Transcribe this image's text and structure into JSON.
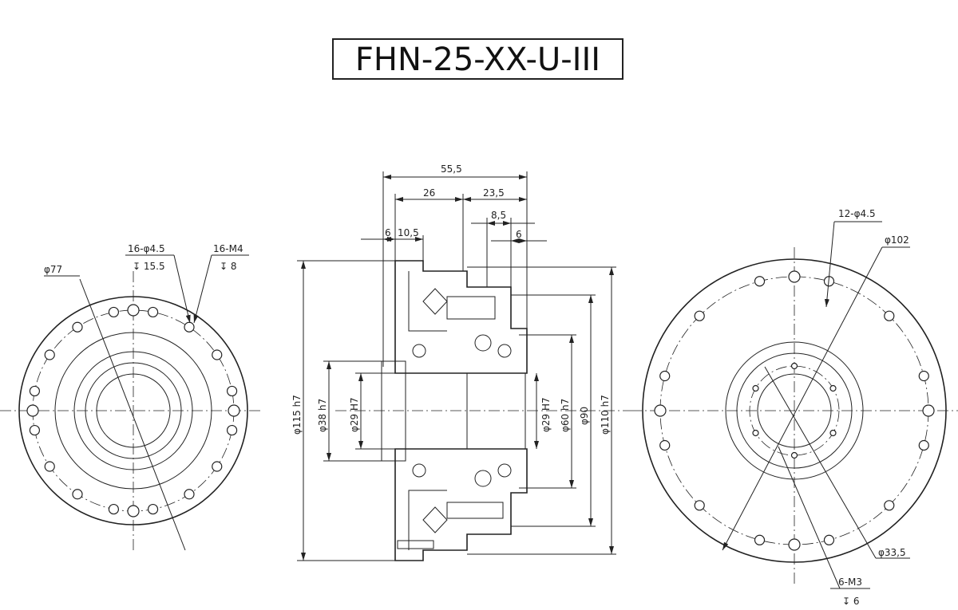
{
  "title": "FHN-25-XX-U-III",
  "left_view": {
    "d77": "φ77",
    "holes": "16-φ4.5",
    "holes_depth": "↧ 15.5",
    "threads": "16-M4",
    "threads_depth": "↧ 8"
  },
  "section": {
    "l55": "55,5",
    "l26": "26",
    "l23": "23,5",
    "l8": "8,5",
    "l6a": "6",
    "l6b": "6",
    "l10": "10,5",
    "d115": "φ115 h7",
    "d38": "φ38 h7",
    "d29a": "φ29 H7",
    "d29b": "φ29 H7",
    "d60": "φ60 h7",
    "d90": "φ90",
    "d110": "φ110 h7"
  },
  "right_view": {
    "holes": "12-φ4.5",
    "d102": "φ102",
    "d33": "φ33,5",
    "threads": "6-M3",
    "threads_depth": "↧ 6"
  }
}
